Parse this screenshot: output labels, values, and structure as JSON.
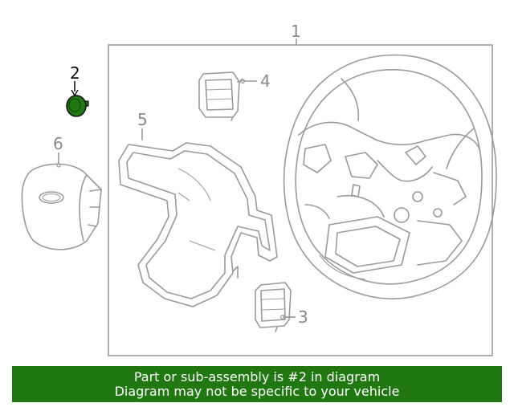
{
  "callouts": {
    "c1": "1",
    "c2": "2",
    "c3": "3",
    "c4": "4",
    "c5": "5",
    "c6": "6"
  },
  "highlight_color": "#217813",
  "banner": {
    "line1": "Part or sub-assembly is #2 in diagram",
    "line2": "Diagram may not be specific to your vehicle",
    "background": "#217813"
  }
}
